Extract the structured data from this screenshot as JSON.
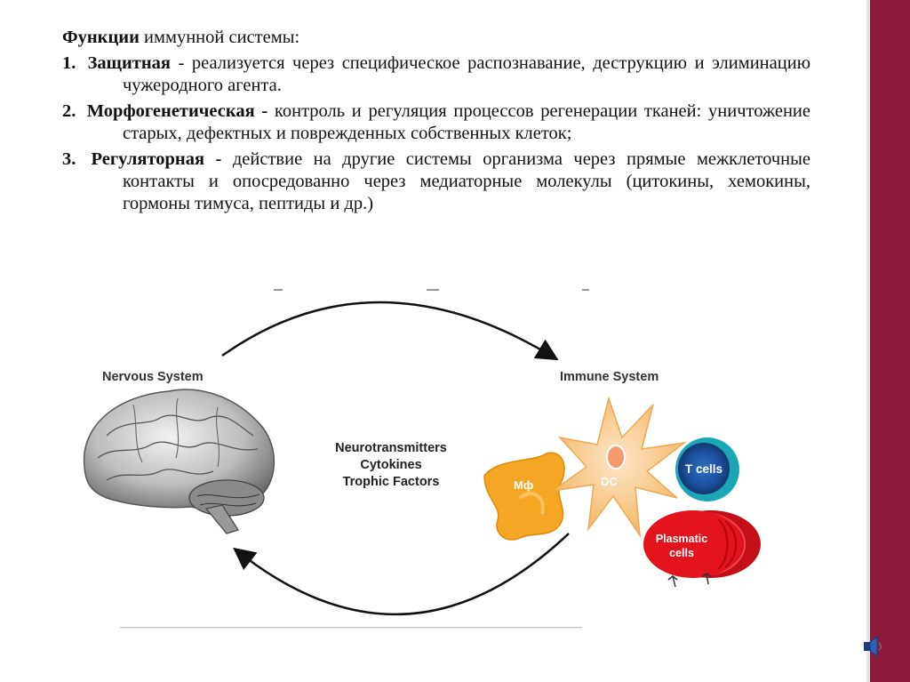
{
  "heading": {
    "bold": "Функции",
    "rest": " иммунной системы:"
  },
  "items": [
    {
      "num": "1.",
      "term": "Защитная",
      "dash": " -",
      "text": " реализуется через специфическое распознавание, деструкцию и элиминацию чужеродного агента."
    },
    {
      "num": "2.",
      "term": "Морфогенетическая -",
      "dash": "",
      "text": " контроль и регуляция процессов регенерации тканей: уничтожение старых, дефектных и поврежденных собственных клеток;"
    },
    {
      "num": "3.",
      "term": "Регуляторная -",
      "dash": "",
      "text": " действие на другие системы организма через прямые межклеточные контакты и опосредованно через медиаторные молекулы (цитокины, хемокины, гормоны тимуса, пептиды и др.)"
    }
  ],
  "diagram": {
    "left_label": "Nervous System",
    "right_label": "Immune System",
    "center_lines": [
      "Neurotransmitters",
      "Cytokines",
      "Trophic Factors"
    ],
    "cells": {
      "macrophage": "Мф",
      "dc": "DC",
      "tcells": "T cells",
      "plasmatic_line1": "Plasmatic",
      "plasmatic_line2": "cells"
    }
  },
  "colors": {
    "band": "#8c1a3a",
    "macrophage": "#f5a623",
    "dc": "#f7c58a",
    "tcells_outer": "#1aa6b7",
    "tcells_inner": "#1b4f9c",
    "plasma": "#e3141c"
  },
  "icons": {
    "speaker": "speaker-icon"
  }
}
